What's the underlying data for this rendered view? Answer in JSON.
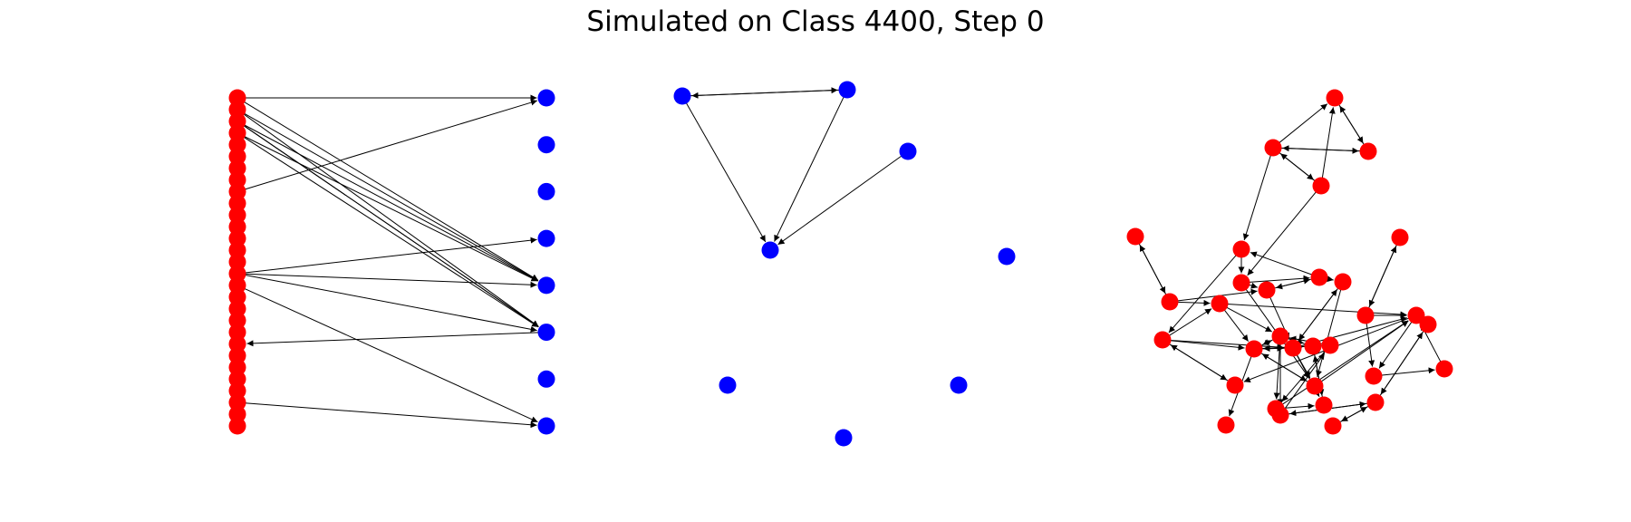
{
  "title": "Simulated on Class 4400, Step 0",
  "colors": {
    "red_node": "#ff0000",
    "blue_node": "#0000ff",
    "edge": "#000000",
    "background": "#ffffff"
  },
  "panels": [
    {
      "name": "bipartite",
      "red_count": 29,
      "blue_count": 8,
      "edges": [
        [
          "r0",
          "b0"
        ],
        [
          "r8",
          "b0"
        ],
        [
          "r0",
          "b4"
        ],
        [
          "r1",
          "b4"
        ],
        [
          "r1",
          "b5"
        ],
        [
          "r2",
          "b4"
        ],
        [
          "r2",
          "b5"
        ],
        [
          "r2",
          "b5"
        ],
        [
          "r3",
          "b5"
        ],
        [
          "r3",
          "b4"
        ],
        [
          "r15",
          "b3"
        ],
        [
          "r15",
          "b4"
        ],
        [
          "r15",
          "b5"
        ],
        [
          "r16",
          "b7"
        ],
        [
          "b5",
          "r21"
        ],
        [
          "r26",
          "b7"
        ]
      ]
    },
    {
      "name": "blue-graph",
      "nodes": [
        "b0",
        "b1",
        "b2",
        "b3",
        "b4",
        "b5",
        "b6",
        "b7"
      ],
      "edges": [
        [
          "b1",
          "b0"
        ],
        [
          "b0",
          "b1"
        ],
        [
          "b0",
          "b3"
        ],
        [
          "b1",
          "b3"
        ],
        [
          "b2",
          "b3"
        ]
      ]
    },
    {
      "name": "red-graph",
      "nodes": [
        "n0",
        "n1",
        "n2",
        "n3",
        "n4",
        "n5",
        "n6",
        "n7",
        "n8",
        "n9",
        "n10",
        "n11",
        "n12",
        "n13",
        "n14",
        "n15",
        "n16",
        "n17",
        "n18",
        "n19",
        "n20",
        "n21",
        "n22",
        "n23",
        "n24",
        "n25",
        "n26",
        "n27",
        "n28",
        "n29",
        "n30",
        "n31"
      ],
      "edges": [
        [
          "n0",
          "n2"
        ],
        [
          "n2",
          "n0"
        ],
        [
          "n1",
          "n0"
        ],
        [
          "n1",
          "n2"
        ],
        [
          "n2",
          "n1"
        ],
        [
          "n3",
          "n0"
        ],
        [
          "n1",
          "n3"
        ],
        [
          "n3",
          "n1"
        ],
        [
          "n1",
          "n5"
        ],
        [
          "n3",
          "n10"
        ],
        [
          "n4",
          "n12"
        ],
        [
          "n12",
          "n4"
        ],
        [
          "n6",
          "n7"
        ],
        [
          "n7",
          "n6"
        ],
        [
          "n7",
          "n9"
        ],
        [
          "n7",
          "n11"
        ],
        [
          "n8",
          "n11"
        ],
        [
          "n11",
          "n8"
        ],
        [
          "n5",
          "n10"
        ],
        [
          "n10",
          "n11"
        ],
        [
          "n10",
          "n8"
        ],
        [
          "n5",
          "n13"
        ],
        [
          "n9",
          "n14"
        ],
        [
          "n8",
          "n23"
        ],
        [
          "n9",
          "n16"
        ],
        [
          "n11",
          "n15"
        ],
        [
          "n13",
          "n9"
        ],
        [
          "n10",
          "n24"
        ],
        [
          "n12",
          "n18"
        ],
        [
          "n12",
          "n16"
        ],
        [
          "n18",
          "n19"
        ],
        [
          "n19",
          "n16"
        ],
        [
          "n16",
          "n18"
        ],
        [
          "n16",
          "n20"
        ],
        [
          "n15",
          "n16"
        ],
        [
          "n14",
          "n15"
        ],
        [
          "n15",
          "n14"
        ],
        [
          "n14",
          "n17"
        ],
        [
          "n17",
          "n14"
        ],
        [
          "n15",
          "n17"
        ],
        [
          "n17",
          "n15"
        ],
        [
          "n13",
          "n15"
        ],
        [
          "n13",
          "n17"
        ],
        [
          "n9",
          "n17"
        ],
        [
          "n13",
          "n20"
        ],
        [
          "n20",
          "n13"
        ],
        [
          "n14",
          "n21"
        ],
        [
          "n21",
          "n14"
        ],
        [
          "n14",
          "n22"
        ],
        [
          "n22",
          "n14"
        ],
        [
          "n17",
          "n21"
        ],
        [
          "n17",
          "n22"
        ],
        [
          "n22",
          "n17"
        ],
        [
          "n21",
          "n22"
        ],
        [
          "n15",
          "n23"
        ],
        [
          "n23",
          "n15"
        ],
        [
          "n15",
          "n24"
        ],
        [
          "n23",
          "n24"
        ],
        [
          "n17",
          "n24"
        ],
        [
          "n24",
          "n17"
        ],
        [
          "n22",
          "n25"
        ],
        [
          "n14",
          "n25"
        ],
        [
          "n15",
          "n26"
        ],
        [
          "n24",
          "n16"
        ],
        [
          "n25",
          "n16"
        ],
        [
          "n17",
          "n27"
        ],
        [
          "n14",
          "n28"
        ],
        [
          "n28",
          "n22"
        ],
        [
          "n26",
          "n21"
        ],
        [
          "n21",
          "n26"
        ],
        [
          "n25",
          "n26"
        ],
        [
          "n28",
          "n29"
        ],
        [
          "n29",
          "n28"
        ],
        [
          "n29",
          "n30"
        ],
        [
          "n30",
          "n29"
        ],
        [
          "n29",
          "n31"
        ],
        [
          "n31",
          "n29"
        ],
        [
          "n8",
          "n5"
        ]
      ]
    }
  ]
}
